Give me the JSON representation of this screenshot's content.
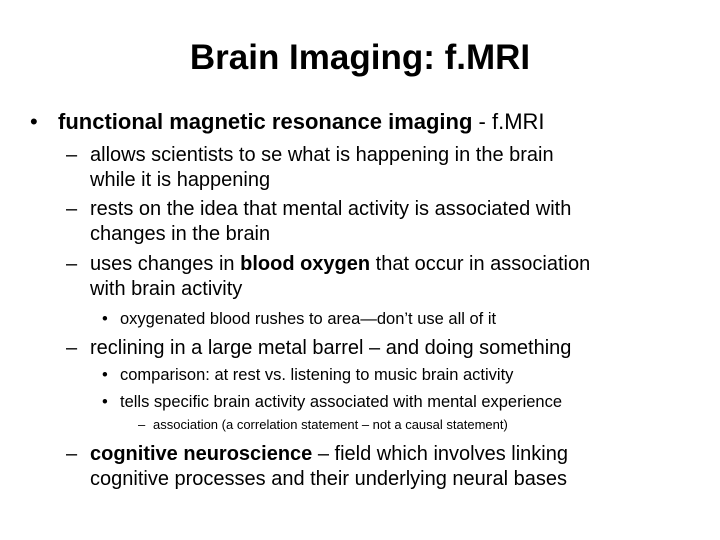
{
  "slide": {
    "title": "Brain Imaging: f.MRI",
    "bullet1": {
      "marker": "•",
      "bold_text": "functional magnetic resonance imaging",
      "rest_text": " - f.MRI"
    },
    "sub1": {
      "marker": "–",
      "line1": "allows scientists to se what is happening in the brain",
      "line2": "while it is happening"
    },
    "sub2": {
      "marker": "–",
      "line1": "rests on the idea that mental activity is associated with",
      "line2": "changes in the brain"
    },
    "sub3": {
      "marker": "–",
      "line1_pre": "uses changes in ",
      "line1_bold": "blood oxygen",
      "line1_post": " that occur in association",
      "line2": "with brain activity"
    },
    "sub3_point": {
      "marker": "•",
      "text": "oxygenated blood rushes to area—don’t use all of it"
    },
    "sub4": {
      "marker": "–",
      "text": "reclining in a large metal barrel – and doing something"
    },
    "sub4_point1": {
      "marker": "•",
      "text": "comparison: at rest vs. listening to music brain activity"
    },
    "sub4_point2": {
      "marker": "•",
      "text": "tells specific brain activity associated with mental experience"
    },
    "sub4_point2_detail": {
      "marker": "–",
      "text": "association (a correlation statement – not a causal statement)"
    },
    "sub5": {
      "marker": "–",
      "line1_bold": "cognitive neuroscience",
      "line1_post": " – field which involves linking",
      "line2": "cognitive processes and their underlying neural bases"
    }
  }
}
